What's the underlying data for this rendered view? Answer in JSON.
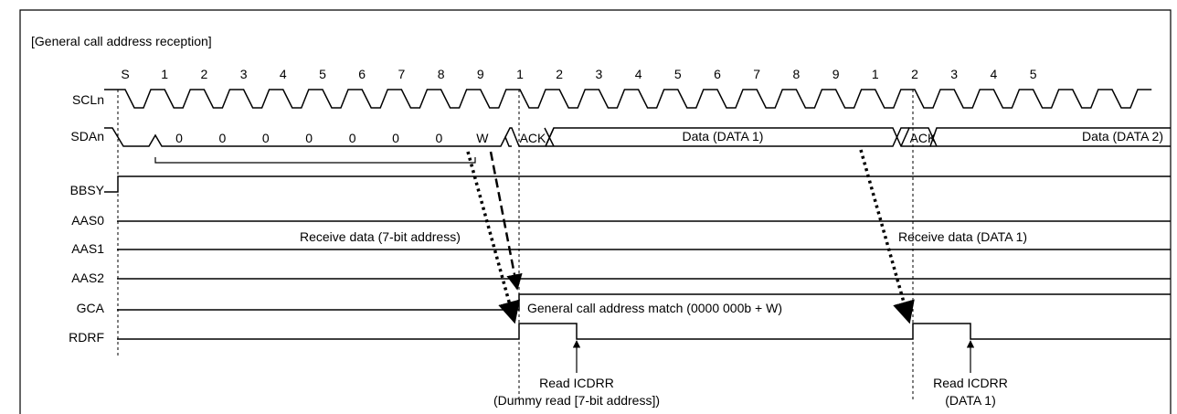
{
  "title": "[General call address reception]",
  "signals": {
    "scl": "SCLn",
    "sda": "SDAn",
    "bbsy": "BBSY",
    "aas0": "AAS0",
    "aas1": "AAS1",
    "aas2": "AAS2",
    "gca": "GCA",
    "rdrf": "RDRF"
  },
  "clock_labels": [
    "S",
    "1",
    "2",
    "3",
    "4",
    "5",
    "6",
    "7",
    "8",
    "9",
    "1",
    "2",
    "3",
    "4",
    "5",
    "6",
    "7",
    "8",
    "9",
    "1",
    "2",
    "3",
    "4",
    "5"
  ],
  "sda_bits": [
    "0",
    "0",
    "0",
    "0",
    "0",
    "0",
    "0",
    "W"
  ],
  "ack_label": "ACK",
  "data1_label": "Data (DATA 1)",
  "data2_label": "Data (DATA 2)",
  "annotations": {
    "receive_address": "Receive data (7-bit address)",
    "receive_data1": "Receive data (DATA 1)",
    "gca_match": "General call address match (0000 000b + W)",
    "read1_line1": "Read ICDRR",
    "read1_line2": "(Dummy read [7-bit address])",
    "read2_line1": "Read ICDRR",
    "read2_line2": "(DATA 1)"
  }
}
